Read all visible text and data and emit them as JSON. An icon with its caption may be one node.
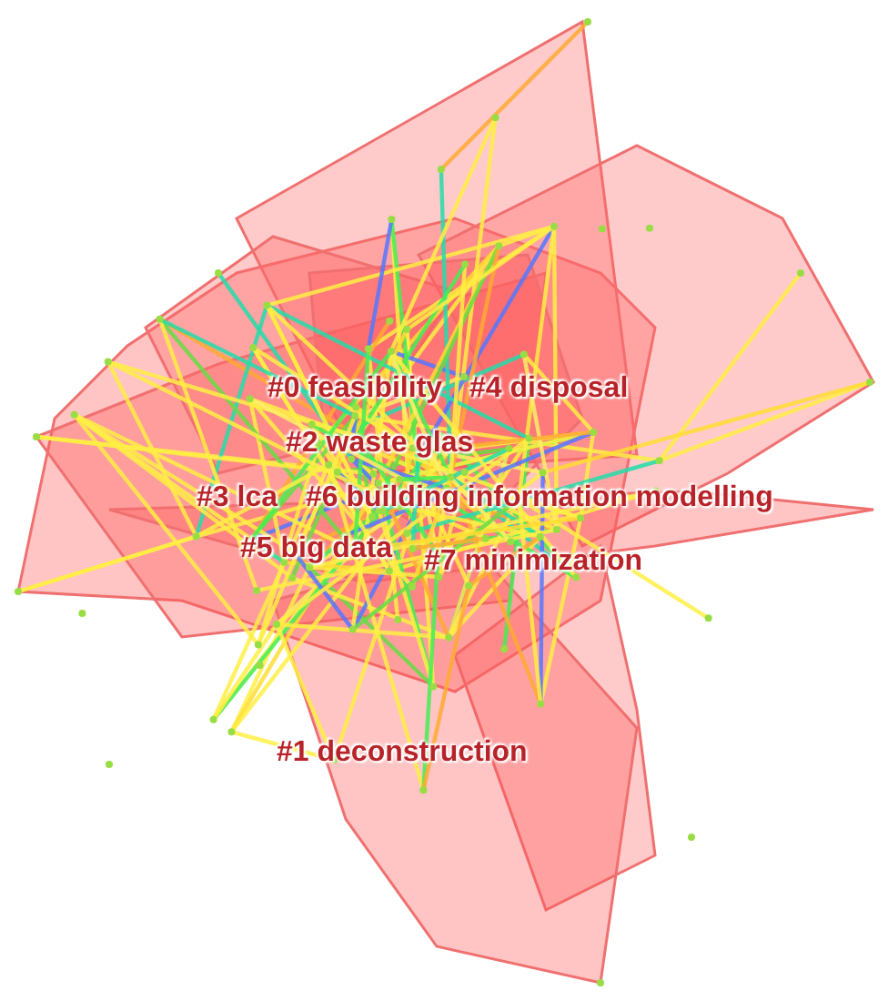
{
  "diagram": {
    "labels": [
      "#0 feasibility",
      "#4 disposal",
      "#2 waste glas",
      "#3 lca",
      "#6 building information modelling",
      "#5 big data",
      "#7 minimization",
      "#1 deconstruction"
    ]
  }
}
